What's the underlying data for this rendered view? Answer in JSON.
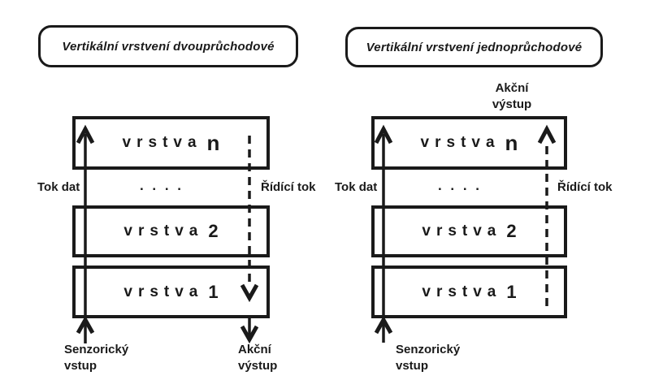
{
  "background": "#ffffff",
  "ink_color": "#1a1a1a",
  "diagrams": [
    {
      "id": "two-pass",
      "title": "Vertikální vrstvení dvouprůchodové",
      "layers": [
        {
          "word": "vrstva",
          "suffix": "n"
        },
        {
          "word": "vrstva",
          "suffix": "2"
        },
        {
          "word": "vrstva",
          "suffix": "1"
        }
      ],
      "data_flow_label": "Tok dat",
      "control_flow_label": "Řídící tok",
      "dots": ". . . .",
      "sensor_input_line1": "Senzorický",
      "sensor_input_line2": "vstup",
      "action_output_line1": "Akční",
      "action_output_line2": "výstup"
    },
    {
      "id": "single-pass",
      "title": "Vertikální vrstvení jednoprůchodové",
      "layers": [
        {
          "word": "vrstva",
          "suffix": "n"
        },
        {
          "word": "vrstva",
          "suffix": "2"
        },
        {
          "word": "vrstva",
          "suffix": "1"
        }
      ],
      "data_flow_label": "Tok dat",
      "control_flow_label": "Řídící tok",
      "dots": ". . . .",
      "sensor_input_line1": "Senzorický",
      "sensor_input_line2": "vstup",
      "action_output_line1": "Akční",
      "action_output_line2": "výstup"
    }
  ]
}
